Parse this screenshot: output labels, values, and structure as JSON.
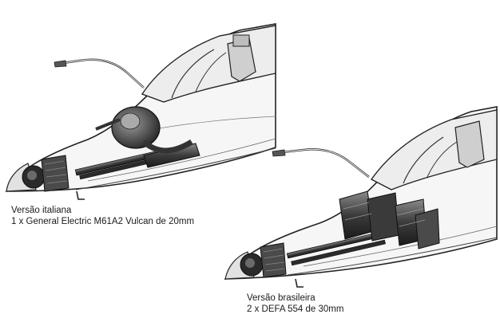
{
  "italian": {
    "version": "Versão italiana",
    "armament": "1 x General Electric M61A2 Vulcan de 20mm"
  },
  "brazilian": {
    "version": "Versão brasileira",
    "armament": "2 x DEFA 554 de 30mm"
  }
}
